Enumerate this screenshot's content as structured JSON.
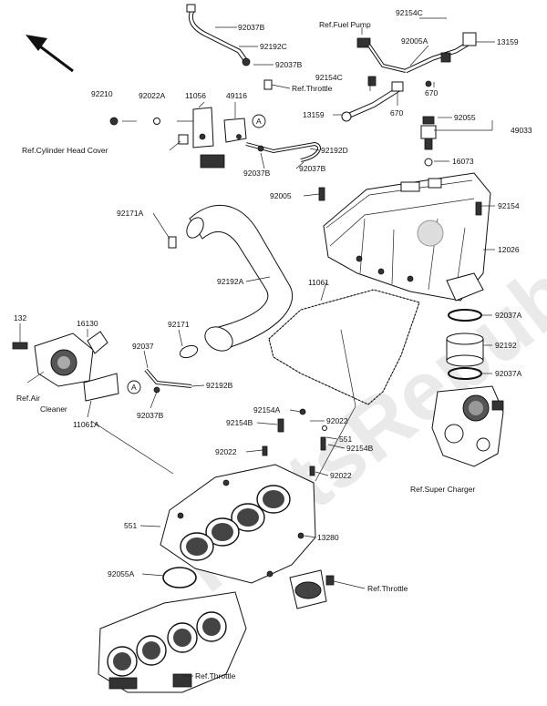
{
  "watermark": "PartsRepublik",
  "direction_icon": "arrow-up-left-icon",
  "callout_letter": "A",
  "labels": {
    "l_92037b_top": "92037B",
    "l_92192c": "92192C",
    "l_92037b_2": "92037B",
    "ref_throttle_top": "Ref.Throttle",
    "ref_fuel_pump": "Ref.Fuel Pump",
    "l_92154c_a": "92154C",
    "l_92005a": "92005A",
    "l_13159_a": "13159",
    "l_670_a": "670",
    "l_92154c_b": "92154C",
    "l_13159_b": "13159",
    "l_670_b": "670",
    "l_92210": "92210",
    "l_92022a": "92022A",
    "l_11056": "11056",
    "l_49116": "49116",
    "ref_cyl_head": "Ref.Cylinder Head Cover",
    "l_92192d": "92192D",
    "l_92037b_3": "92037B",
    "l_92037b_4": "92037B",
    "l_92055": "92055",
    "l_49033": "49033",
    "l_16073": "16073",
    "l_92005": "92005",
    "l_92154": "92154",
    "l_92171a": "92171A",
    "l_12026": "12026",
    "l_92192a": "92192A",
    "l_11061": "11061",
    "l_132": "132",
    "l_16130": "16130",
    "l_92171": "92171",
    "l_92037a_a": "92037A",
    "l_92192": "92192",
    "l_92037a_b": "92037A",
    "l_92037": "92037",
    "ref_air_cleaner_1": "Ref.Air",
    "ref_air_cleaner_2": "Cleaner",
    "l_92192b": "92192B",
    "l_92037b_5": "92037B",
    "l_11061a": "11061A",
    "l_92154a": "92154A",
    "l_92022_a": "92022",
    "l_92154b_a": "92154B",
    "l_551_a": "551",
    "l_92022_b": "92022",
    "l_92154b_b": "92154B",
    "l_92022_c": "92022",
    "ref_super_charger": "Ref.Super Charger",
    "l_551_b": "551",
    "l_13280": "13280",
    "l_92055a": "92055A",
    "ref_throttle_mid": "Ref.Throttle",
    "ref_throttle_bot": "Ref.Throttle"
  }
}
